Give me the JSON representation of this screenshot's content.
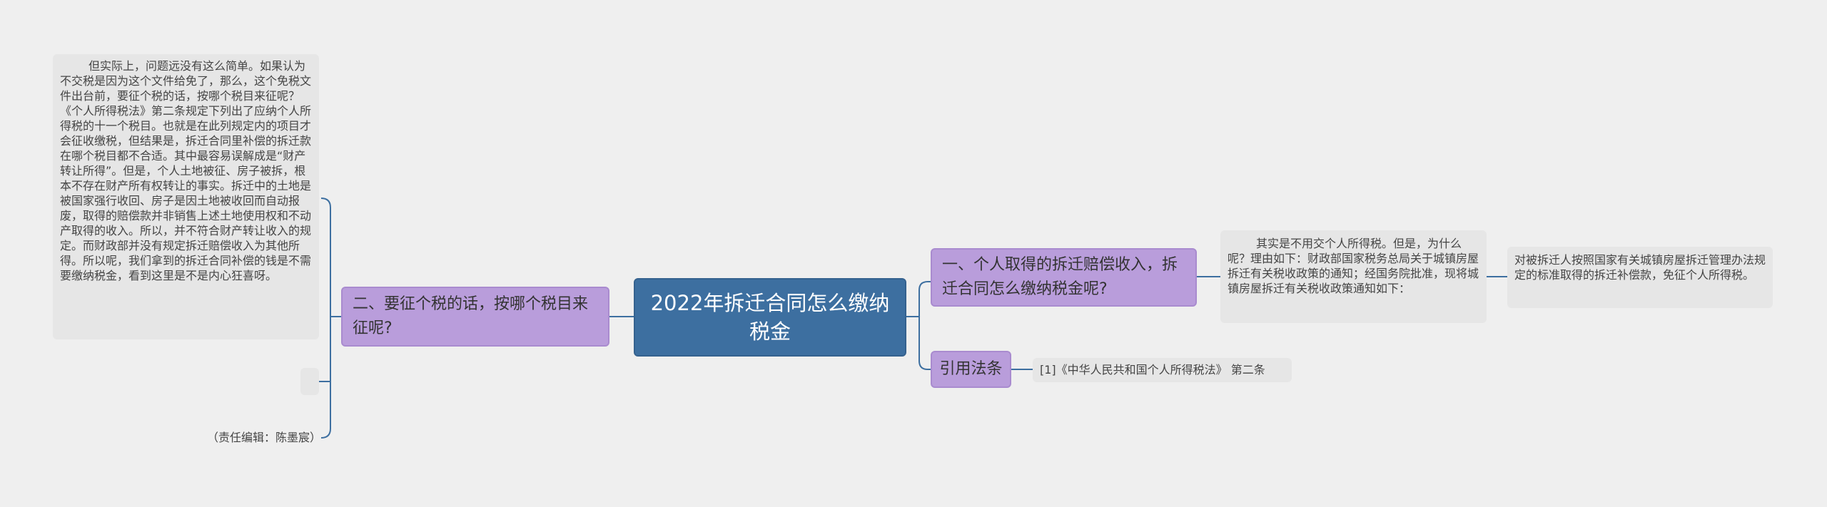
{
  "colors": {
    "background": "#efefef",
    "root": "#3d6fa0",
    "branch": "#b99ddb",
    "leaf": "#e6e6e6",
    "link": "#3d6fa0"
  },
  "root": {
    "text": "2022年拆迁合同怎么缴纳税金"
  },
  "right": {
    "branch1": {
      "label": "一、个人取得的拆迁赔偿收入，拆迁合同怎么缴纳税金呢?",
      "detail": "其实是不用交个人所得税。但是，为什么呢？理由如下：财政部国家税务总局关于城镇房屋拆迁有关税收政策的通知；经国务院批准，现将城镇房屋拆迁有关税收政策通知如下：",
      "sub_detail": "对被拆迁人按照国家有关城镇房屋拆迁管理办法规定的标准取得的拆迁补偿款，免征个人所得税。"
    },
    "branch2": {
      "label": "引用法条",
      "detail": "[1]《中华人民共和国个人所得税法》 第二条"
    }
  },
  "left": {
    "branch": {
      "label": "二、要征个税的话，按哪个税目来征呢?",
      "detail": "但实际上，问题远没有这么简单。如果认为不交税是因为这个文件给免了，那么，这个免税文件出台前，要征个税的话，按哪个税目来征呢？《个人所得税法》第二条规定下列出了应纳个人所得税的十一个税目。也就是在此列规定内的项目才会征收缴税，但结果是，拆迁合同里补偿的拆迁款在哪个税目都不合适。其中最容易误解成是“财产转让所得”。但是，个人土地被征、房子被拆，根本不存在财产所有权转让的事实。拆迁中的土地是被国家强行收回、房子是因土地被收回而自动报废，取得的赔偿款并非销售上述土地使用权和不动产取得的收入。所以，并不符合财产转让收入的规定。而财政部并没有规定拆迁赔偿收入为其他所得。所以呢，我们拿到的拆迁合同补偿的钱是不需要缴纳税金，看到这里是不是内心狂喜呀。",
      "empty": "",
      "editor": "（责任编辑：陈墨宸）"
    }
  }
}
